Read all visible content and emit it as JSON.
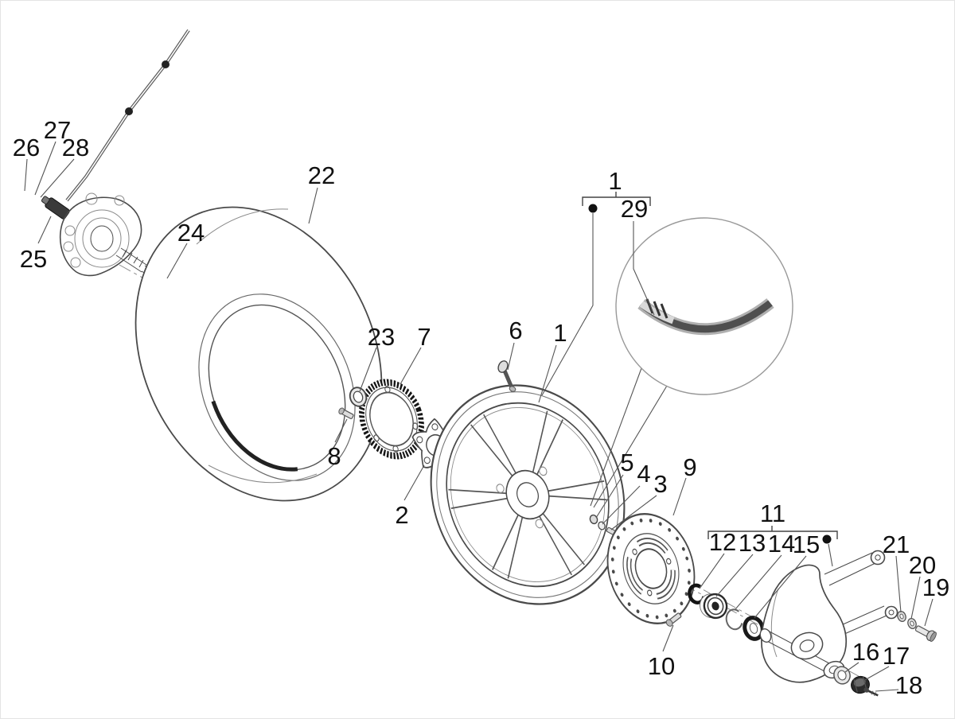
{
  "diagram": {
    "type": "exploded-parts-diagram",
    "subject": "motorcycle rear wheel assembly",
    "colors": {
      "background": "#ffffff",
      "line": "#4a4a4a",
      "dark_part": "#161616",
      "leader": "#555555",
      "label_text": "#111111",
      "balloon_outline": "#999999",
      "stripe_dark": "#4f4f4f",
      "stripe_light": "#b0b0b0"
    },
    "callouts": {
      "c1_top": "1",
      "c1_wheel": "1",
      "c2": "2",
      "c3": "3",
      "c4": "4",
      "c5": "5",
      "c6": "6",
      "c7": "7",
      "c8": "8",
      "c9": "9",
      "c10": "10",
      "c11": "11",
      "c12": "12",
      "c13": "13",
      "c14": "14",
      "c15": "15",
      "c16": "16",
      "c17": "17",
      "c18": "18",
      "c19": "19",
      "c20": "20",
      "c21": "21",
      "c22": "22",
      "c23": "23",
      "c24": "24",
      "c25": "25",
      "c26": "26",
      "c27": "27",
      "c28": "28",
      "c29": "29"
    }
  }
}
